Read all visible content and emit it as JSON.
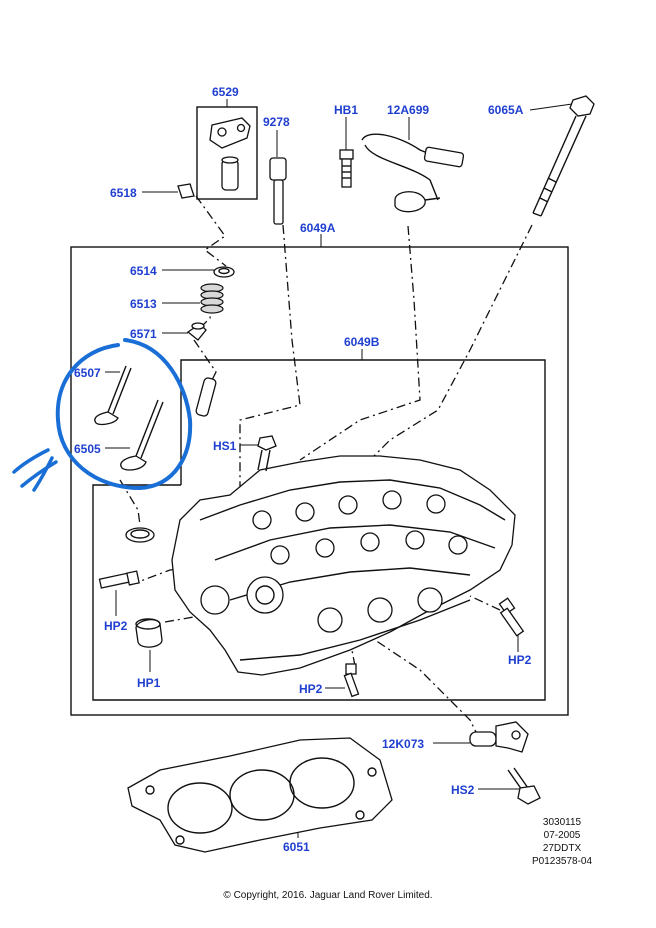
{
  "labels": {
    "p6529": "6529",
    "p9278": "9278",
    "pHB1": "HB1",
    "p12A699": "12A699",
    "p6065A": "6065A",
    "p6518": "6518",
    "p6049A": "6049A",
    "p6514": "6514",
    "p6513": "6513",
    "p6571": "6571",
    "p6049B": "6049B",
    "p6507": "6507",
    "p6505": "6505",
    "pHS1": "HS1",
    "pHP2a": "HP2",
    "pHP1": "HP1",
    "pHP2b": "HP2",
    "pHP2c": "HP2",
    "p12K073": "12K073",
    "pHS2": "HS2",
    "p6051": "6051"
  },
  "meta": {
    "line1": "3030115",
    "line2": "07-2005",
    "line3": "27DDTX",
    "line4": "P0123578-04"
  },
  "copyright": "© Copyright, 2016. Jaguar Land Rover Limited.",
  "colors": {
    "label": "#1f3fd0",
    "annotation": "#1a6fd6",
    "line": "#111111"
  }
}
